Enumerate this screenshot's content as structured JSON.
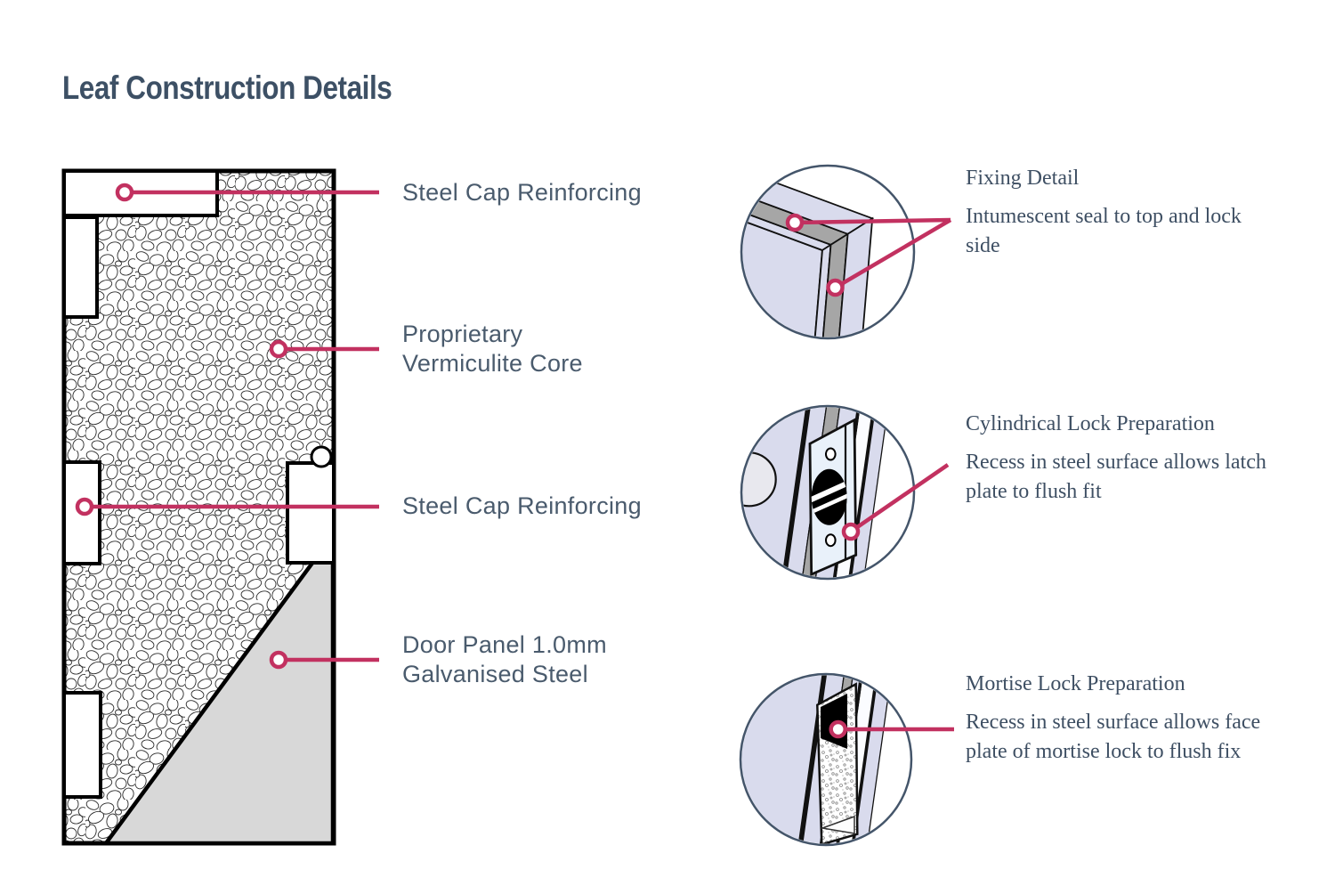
{
  "title": "Leaf Construction Details",
  "colors": {
    "accent": "#c23160",
    "title_text": "#3d5065",
    "label_text": "#4a5b6d",
    "serif_text": "#3e4f63",
    "panel_lavender": "#d9dbed",
    "seal_gray": "#a6a6a6",
    "steel_panel_gray": "#d8d8d8",
    "circle_outline": "#44556a",
    "line_black": "#111111"
  },
  "door_diagram": {
    "callouts": [
      {
        "line1": "Steel Cap Reinforcing",
        "line2": ""
      },
      {
        "line1": "Proprietary",
        "line2": "Vermiculite Core"
      },
      {
        "line1": "Steel Cap Reinforcing",
        "line2": ""
      },
      {
        "line1": "Door Panel 1.0mm",
        "line2": "Galvanised Steel"
      }
    ]
  },
  "details": [
    {
      "heading": "Fixing Detail",
      "line1": "Intumescent seal to top and lock",
      "line2": "side"
    },
    {
      "heading": "Cylindrical Lock Preparation",
      "line1": "Recess in steel surface allows latch",
      "line2": "plate to flush fit"
    },
    {
      "heading": "Mortise Lock Preparation",
      "line1": "Recess in steel surface allows face",
      "line2": "plate of mortise lock to flush fix"
    }
  ]
}
